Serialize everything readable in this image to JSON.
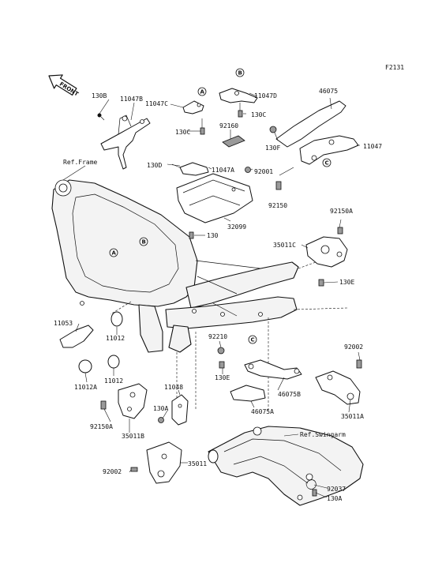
{
  "figure_code": "F2131",
  "front_arrow": "FRONT",
  "callout_markers": [
    "A",
    "B",
    "C"
  ],
  "references": {
    "frame": "Ref.Frame",
    "swingarm": "Ref.Swingarm"
  },
  "part_labels": {
    "p130B": "130B",
    "p11047B": "11047B",
    "p11047C": "11047C",
    "p130C_top": "130C",
    "p130C_mid": "130C",
    "p11047D": "11047D",
    "p92160": "92160",
    "p46075": "46075",
    "p130F": "130F",
    "p11047": "11047",
    "p130D": "130D",
    "p11047A": "11047A",
    "p92001": "92001",
    "p92150": "92150",
    "p32099": "32099",
    "p92150A_top": "92150A",
    "p130": "130",
    "p35011C": "35011C",
    "p130E_r": "130E",
    "p11053": "11053",
    "p11012_a": "11012",
    "p92210": "92210",
    "p92002_r": "92002",
    "p11012A": "11012A",
    "p11012_b": "11012",
    "p130E_c": "130E",
    "p46075B": "46075B",
    "p11048": "11048",
    "p46075A": "46075A",
    "p35011A": "35011A",
    "p130A_l": "130A",
    "p92150A_bot": "92150A",
    "p35011B": "35011B",
    "p35011": "35011",
    "p92002_l": "92002",
    "p92037": "92037",
    "p130A_r": "130A"
  }
}
